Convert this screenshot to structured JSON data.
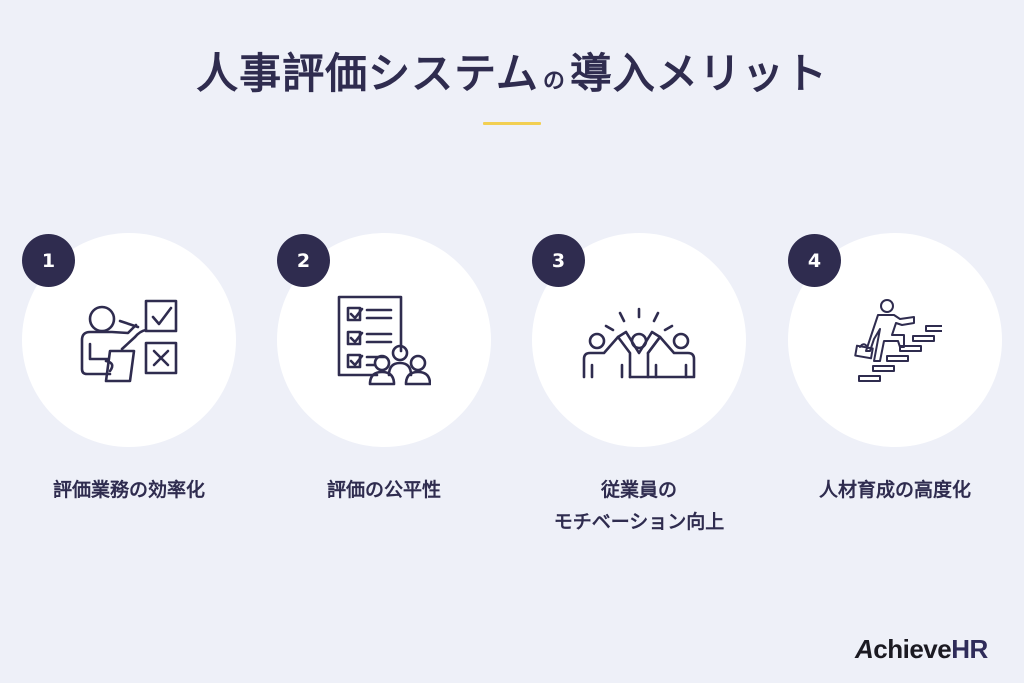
{
  "header": {
    "title_part1": "人事評価システム",
    "title_connector": "の",
    "title_part2": "導入メリット",
    "accent_color": "#f2cf52"
  },
  "benefits": [
    {
      "number": "1",
      "icon": "teacher-checklist-icon",
      "label_line1": "評価業務の効率化",
      "label_line2": ""
    },
    {
      "number": "2",
      "icon": "checklist-team-icon",
      "label_line1": "評価の公平性",
      "label_line2": ""
    },
    {
      "number": "3",
      "icon": "cheering-team-icon",
      "label_line1": "従業員の",
      "label_line2": "モチベーション向上"
    },
    {
      "number": "4",
      "icon": "climbing-stairs-icon",
      "label_line1": "人材育成の高度化",
      "label_line2": ""
    }
  ],
  "logo": {
    "initial": "A",
    "rest": "chieve",
    "suffix": "HR"
  },
  "colors": {
    "background": "#eef0f8",
    "navy": "#2f2c4f",
    "circle": "#ffffff",
    "accent": "#f2cf52"
  }
}
